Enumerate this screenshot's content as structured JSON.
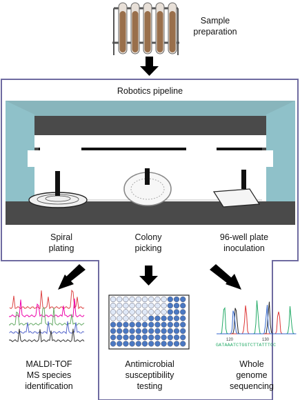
{
  "sample": {
    "title_line1": "Sample",
    "title_line2": "preparation"
  },
  "pipeline": {
    "title": "Robotics pipeline",
    "stations": [
      {
        "line1": "Spiral",
        "line2": "plating"
      },
      {
        "line1": "Colony",
        "line2": "picking"
      },
      {
        "line1": "96-well plate",
        "line2": "inoculation"
      }
    ]
  },
  "outputs": [
    {
      "line1": "MALDI-TOF",
      "line2": "MS species",
      "line3": "identification"
    },
    {
      "line1": "Antimicrobial",
      "line2": "susceptibility",
      "line3": "testing"
    },
    {
      "line1": "Whole",
      "line2": "genome",
      "line3": "sequencing"
    }
  ],
  "sequence_labels": {
    "pos_left": "120",
    "pos_right": "130",
    "bases": "GATAAATCTGGTCTTATTTCC"
  },
  "colors": {
    "frame": "#6e6aa0",
    "hood_dark": "#4a4a4a",
    "hood_teal": "#8fc1c9",
    "tube_liquid": "#8b5a32",
    "well_blue": "#4a78c2",
    "well_light": "#dfe8f7"
  },
  "icons": [
    "test-tube-rack-icon",
    "robot-hood-icon",
    "spectrum-plot-icon",
    "well-plate-icon",
    "chromatogram-icon"
  ]
}
